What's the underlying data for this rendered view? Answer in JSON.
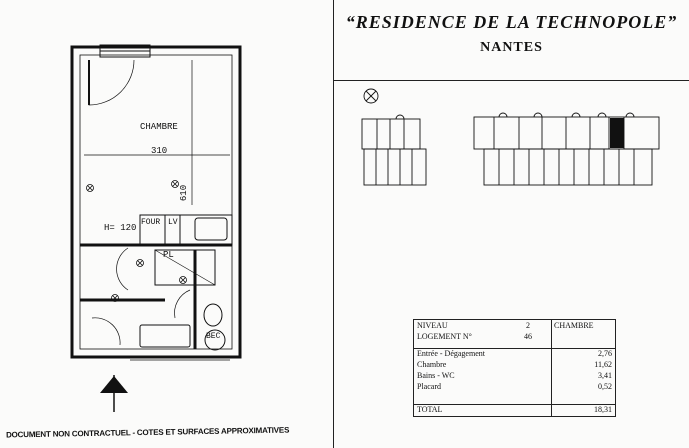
{
  "header": {
    "title": "“RESIDENCE DE LA TECHNOPOLE”",
    "city": "NANTES"
  },
  "plan": {
    "room_name": "CHAMBRE",
    "width_dim": "310",
    "length_dim": "610",
    "height_label": "H= 120",
    "four_label": "FOUR",
    "lv_label": "LV",
    "pl_label": "PL",
    "bec_label": "BEC"
  },
  "footer": {
    "note": "DOCUMENT NON CONTRACTUEL - COTES ET SURFACES APPROXIMATIVES"
  },
  "area_table": {
    "niveau_label": "NIVEAU",
    "niveau_value": "2",
    "logement_label": "LOGEMENT N°",
    "logement_value": "46",
    "type": "CHAMBRE",
    "rooms": [
      {
        "name": "Entrée - Dégagement",
        "area": "2,76"
      },
      {
        "name": "Chambre",
        "area": "11,62"
      },
      {
        "name": "Bains - WC",
        "area": "3,41"
      },
      {
        "name": "Placard",
        "area": "0,52"
      }
    ],
    "total_label": "TOTAL",
    "total_value": "18,31"
  },
  "colors": {
    "ink": "#111111",
    "highlight": "#111111"
  }
}
